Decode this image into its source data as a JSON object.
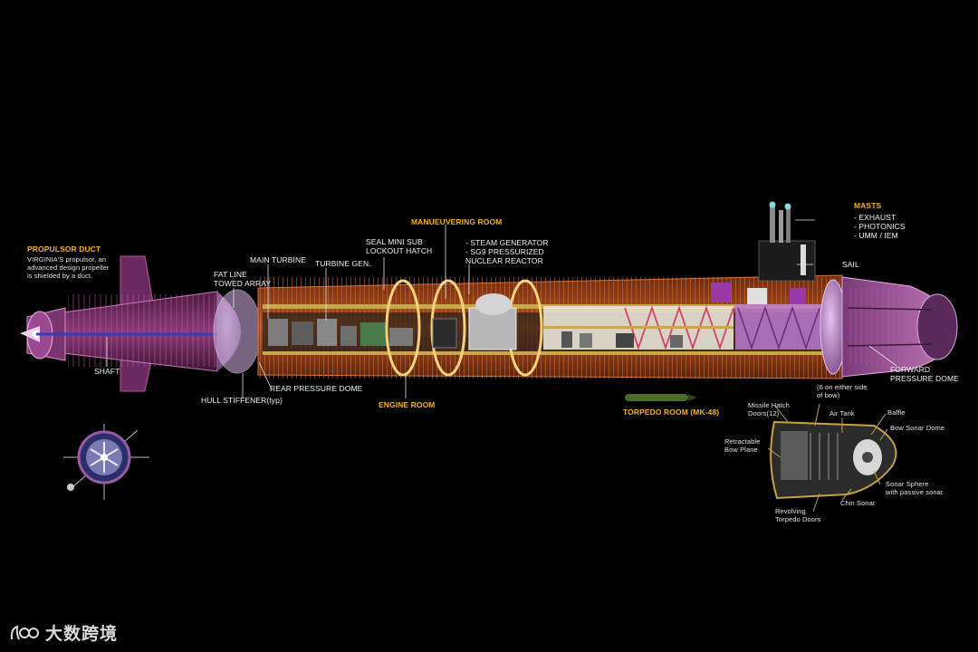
{
  "labels": {
    "propulsor_duct": "PROPULSOR DUCT",
    "propulsor_desc": [
      "VIRGINIA'S propulsor, an",
      "advanced design propeller",
      "is shielded by a duct."
    ],
    "shaft": "SHAFT",
    "fat_line": [
      "FAT LINE",
      "TOWED ARRAY"
    ],
    "main_turbine": "MAIN TURBINE",
    "turbine_gen": "TURBINE GEN.",
    "seal_mini_sub": [
      "SEAL MINI SUB",
      "LOCKOUT HATCH"
    ],
    "maneuvering_room": "MANUEUVERING ROOM",
    "steam_generator": [
      "- STEAM GENERATOR",
      "- SG9 PRESSURIZED",
      "  NUCLEAR REACTOR"
    ],
    "masts_title": "MASTS",
    "masts_items": [
      "- EXHAUST",
      "- PHOTONICS",
      "- UMM / IEM"
    ],
    "sail": "SAIL",
    "hull_stiffener": "HULL STIFFENER(typ)",
    "rear_pressure_dome": "REAR PRESSURE DOME",
    "engine_room": "ENGINE ROOM",
    "torpedo_room": "TORPEDO ROOM (MK-48)",
    "forward_pressure_dome": [
      "FORWARD",
      "PRESSURE DOME"
    ],
    "six_either_side": [
      "(6 on either side",
      "of bow)"
    ],
    "missile_hatch": [
      "Missile Hatch",
      "Doors(12)"
    ],
    "air_tank": "Air Tank",
    "baffle": "Baffle",
    "bow_sonar_dome": "Bow Sonar Dome",
    "retractable_bow_plane": [
      "Retractable",
      "Bow Plane"
    ],
    "sonar_sphere": [
      "Sonar Sphere",
      "with passive sonar."
    ],
    "chin_sonar": "Chin Sonar",
    "revolving_torpedo_doors": [
      "Revolving",
      "Torpedo Doors"
    ]
  },
  "watermark": "大数跨境",
  "colors": {
    "background": "#000000",
    "hull_copper": "#b4531e",
    "hull_purple": "#8a3a78",
    "label_gold": "#f2b01e",
    "label_white": "#f2f2f2",
    "reactor_ring": "#f4d27a"
  }
}
